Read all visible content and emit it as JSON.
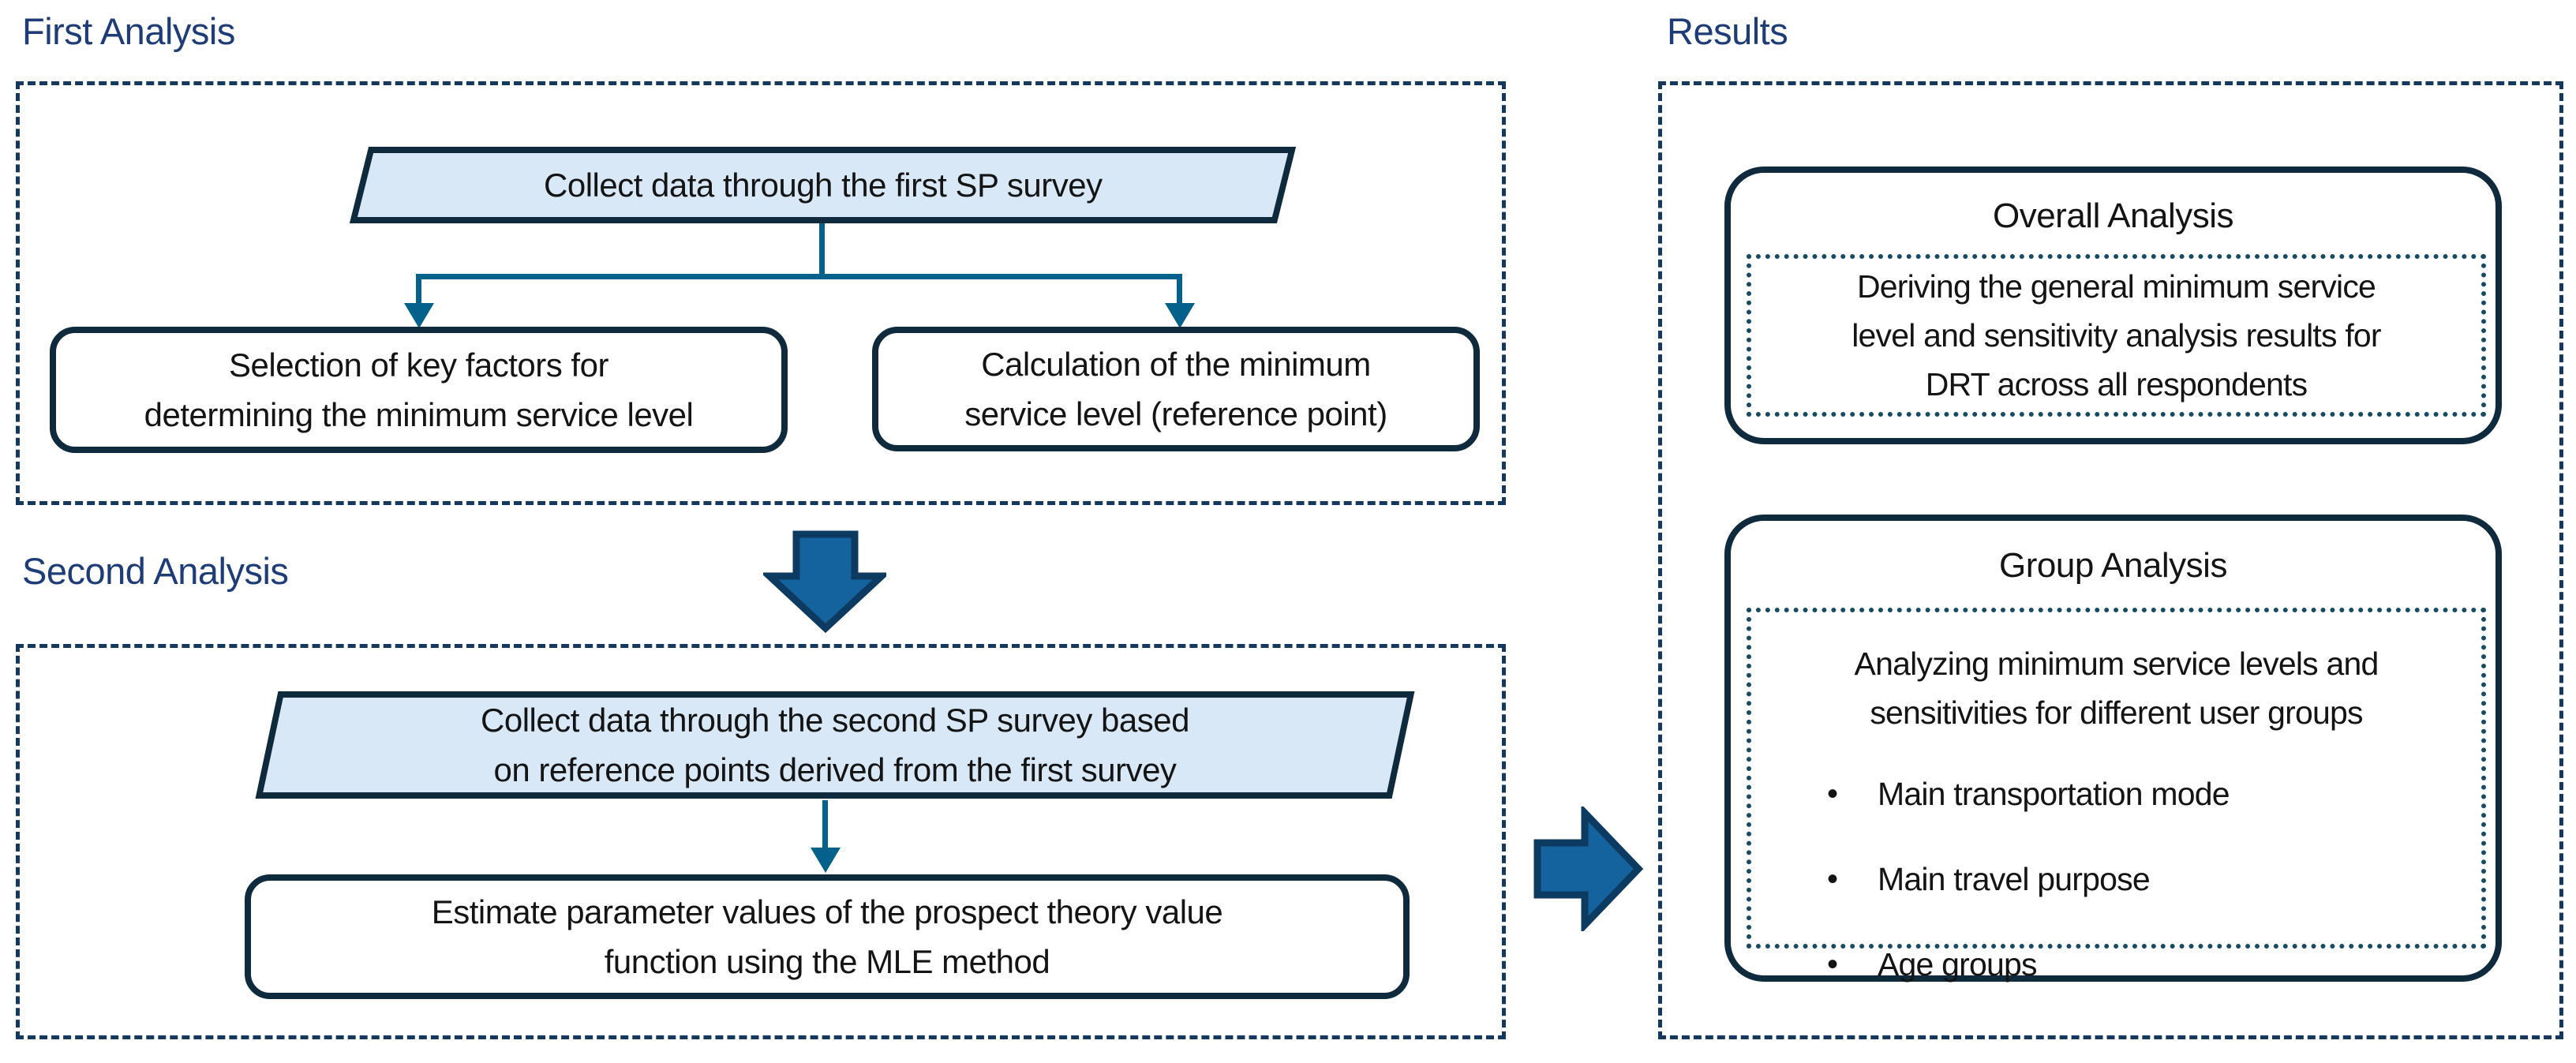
{
  "colors": {
    "section_border": "#15395e",
    "label_text": "#1e3c78",
    "shape_border": "#0e2a3c",
    "parallelogram_fill": "#d9e8f7",
    "connector": "#04618b",
    "block_arrow_fill": "#15639e",
    "block_arrow_border": "#0d3a61",
    "dotted_border": "#174a63",
    "body_text": "#141414"
  },
  "first_analysis": {
    "label": "First Analysis",
    "collect_parallelogram": "Collect data through the first SP survey",
    "selection_box": {
      "lines": [
        "Selection of key factors for",
        "determining the minimum service level"
      ]
    },
    "calculation_box": {
      "lines": [
        "Calculation of the minimum",
        "service level (reference point)"
      ]
    }
  },
  "second_analysis": {
    "label": "Second Analysis",
    "collect_parallelogram": {
      "lines": [
        "Collect data through the second SP survey based",
        "on reference points derived from the first survey"
      ]
    },
    "estimate_box": {
      "lines": [
        "Estimate parameter values of the prospect theory value",
        "function using the MLE method"
      ]
    }
  },
  "results": {
    "label": "Results",
    "overall_analysis": {
      "title": "Overall Analysis",
      "body_lines": [
        "Deriving the general minimum service",
        "level and sensitivity analysis results for",
        "DRT across all respondents"
      ]
    },
    "group_analysis": {
      "title": "Group Analysis",
      "intro_lines": [
        "Analyzing minimum service levels and",
        "sensitivities for different user groups"
      ],
      "bullets": [
        "Main transportation mode",
        "Main travel purpose",
        "Age groups"
      ]
    }
  },
  "icons": {
    "down_block_arrow": "down-arrow",
    "right_block_arrow": "right-arrow",
    "connector_arrowheads": "down-arrowhead"
  }
}
